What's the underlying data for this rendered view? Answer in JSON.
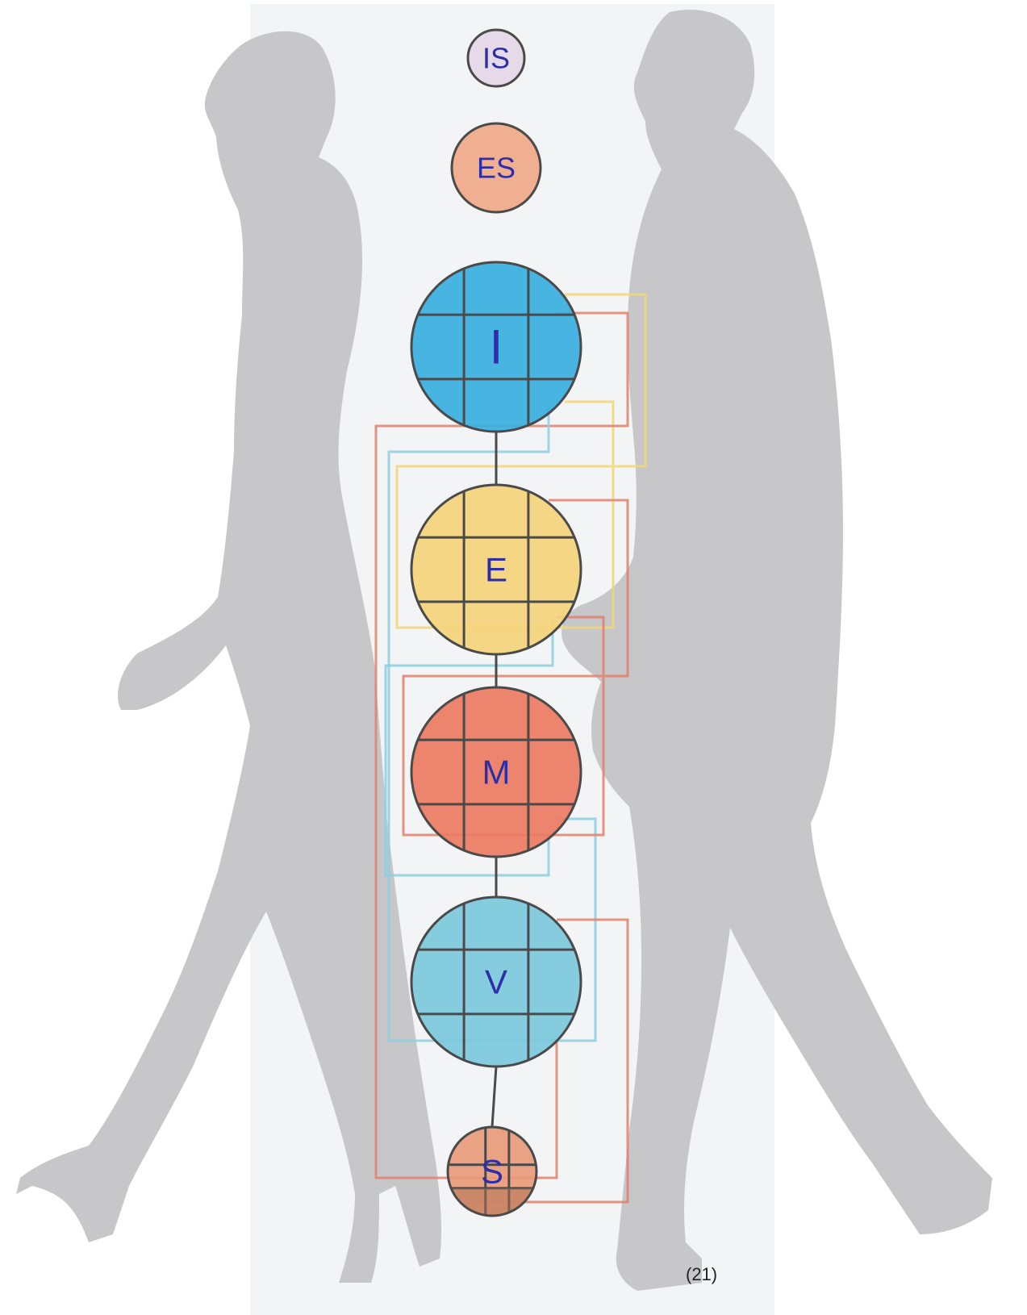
{
  "diagram": {
    "nodes": [
      {
        "id": "IS",
        "label": "IS",
        "color": "#e6d7e6",
        "grid": false
      },
      {
        "id": "ES",
        "label": "ES",
        "color": "#f0a888",
        "grid": false
      },
      {
        "id": "I",
        "label": "I",
        "color": "#3aaee0",
        "grid": true
      },
      {
        "id": "E",
        "label": "E",
        "color": "#f5d27a",
        "grid": true
      },
      {
        "id": "M",
        "label": "M",
        "color": "#ec7a62",
        "grid": true
      },
      {
        "id": "V",
        "label": "V",
        "color": "#7cc8dc",
        "grid": true
      },
      {
        "id": "S",
        "label": "S",
        "color": "#e89a7a",
        "grid": true
      }
    ],
    "chain": [
      "I",
      "E",
      "M",
      "V",
      "S"
    ],
    "connector_colors": {
      "yellow": "#f0d774",
      "red": "#e0806c",
      "blue": "#8ccfe0"
    },
    "page_number": "(21)"
  },
  "colors": {
    "silhouette": "#c4c4c6",
    "panel": "#f2f4f5",
    "line": "#4a4a4a",
    "label": "#2e2fa8"
  }
}
